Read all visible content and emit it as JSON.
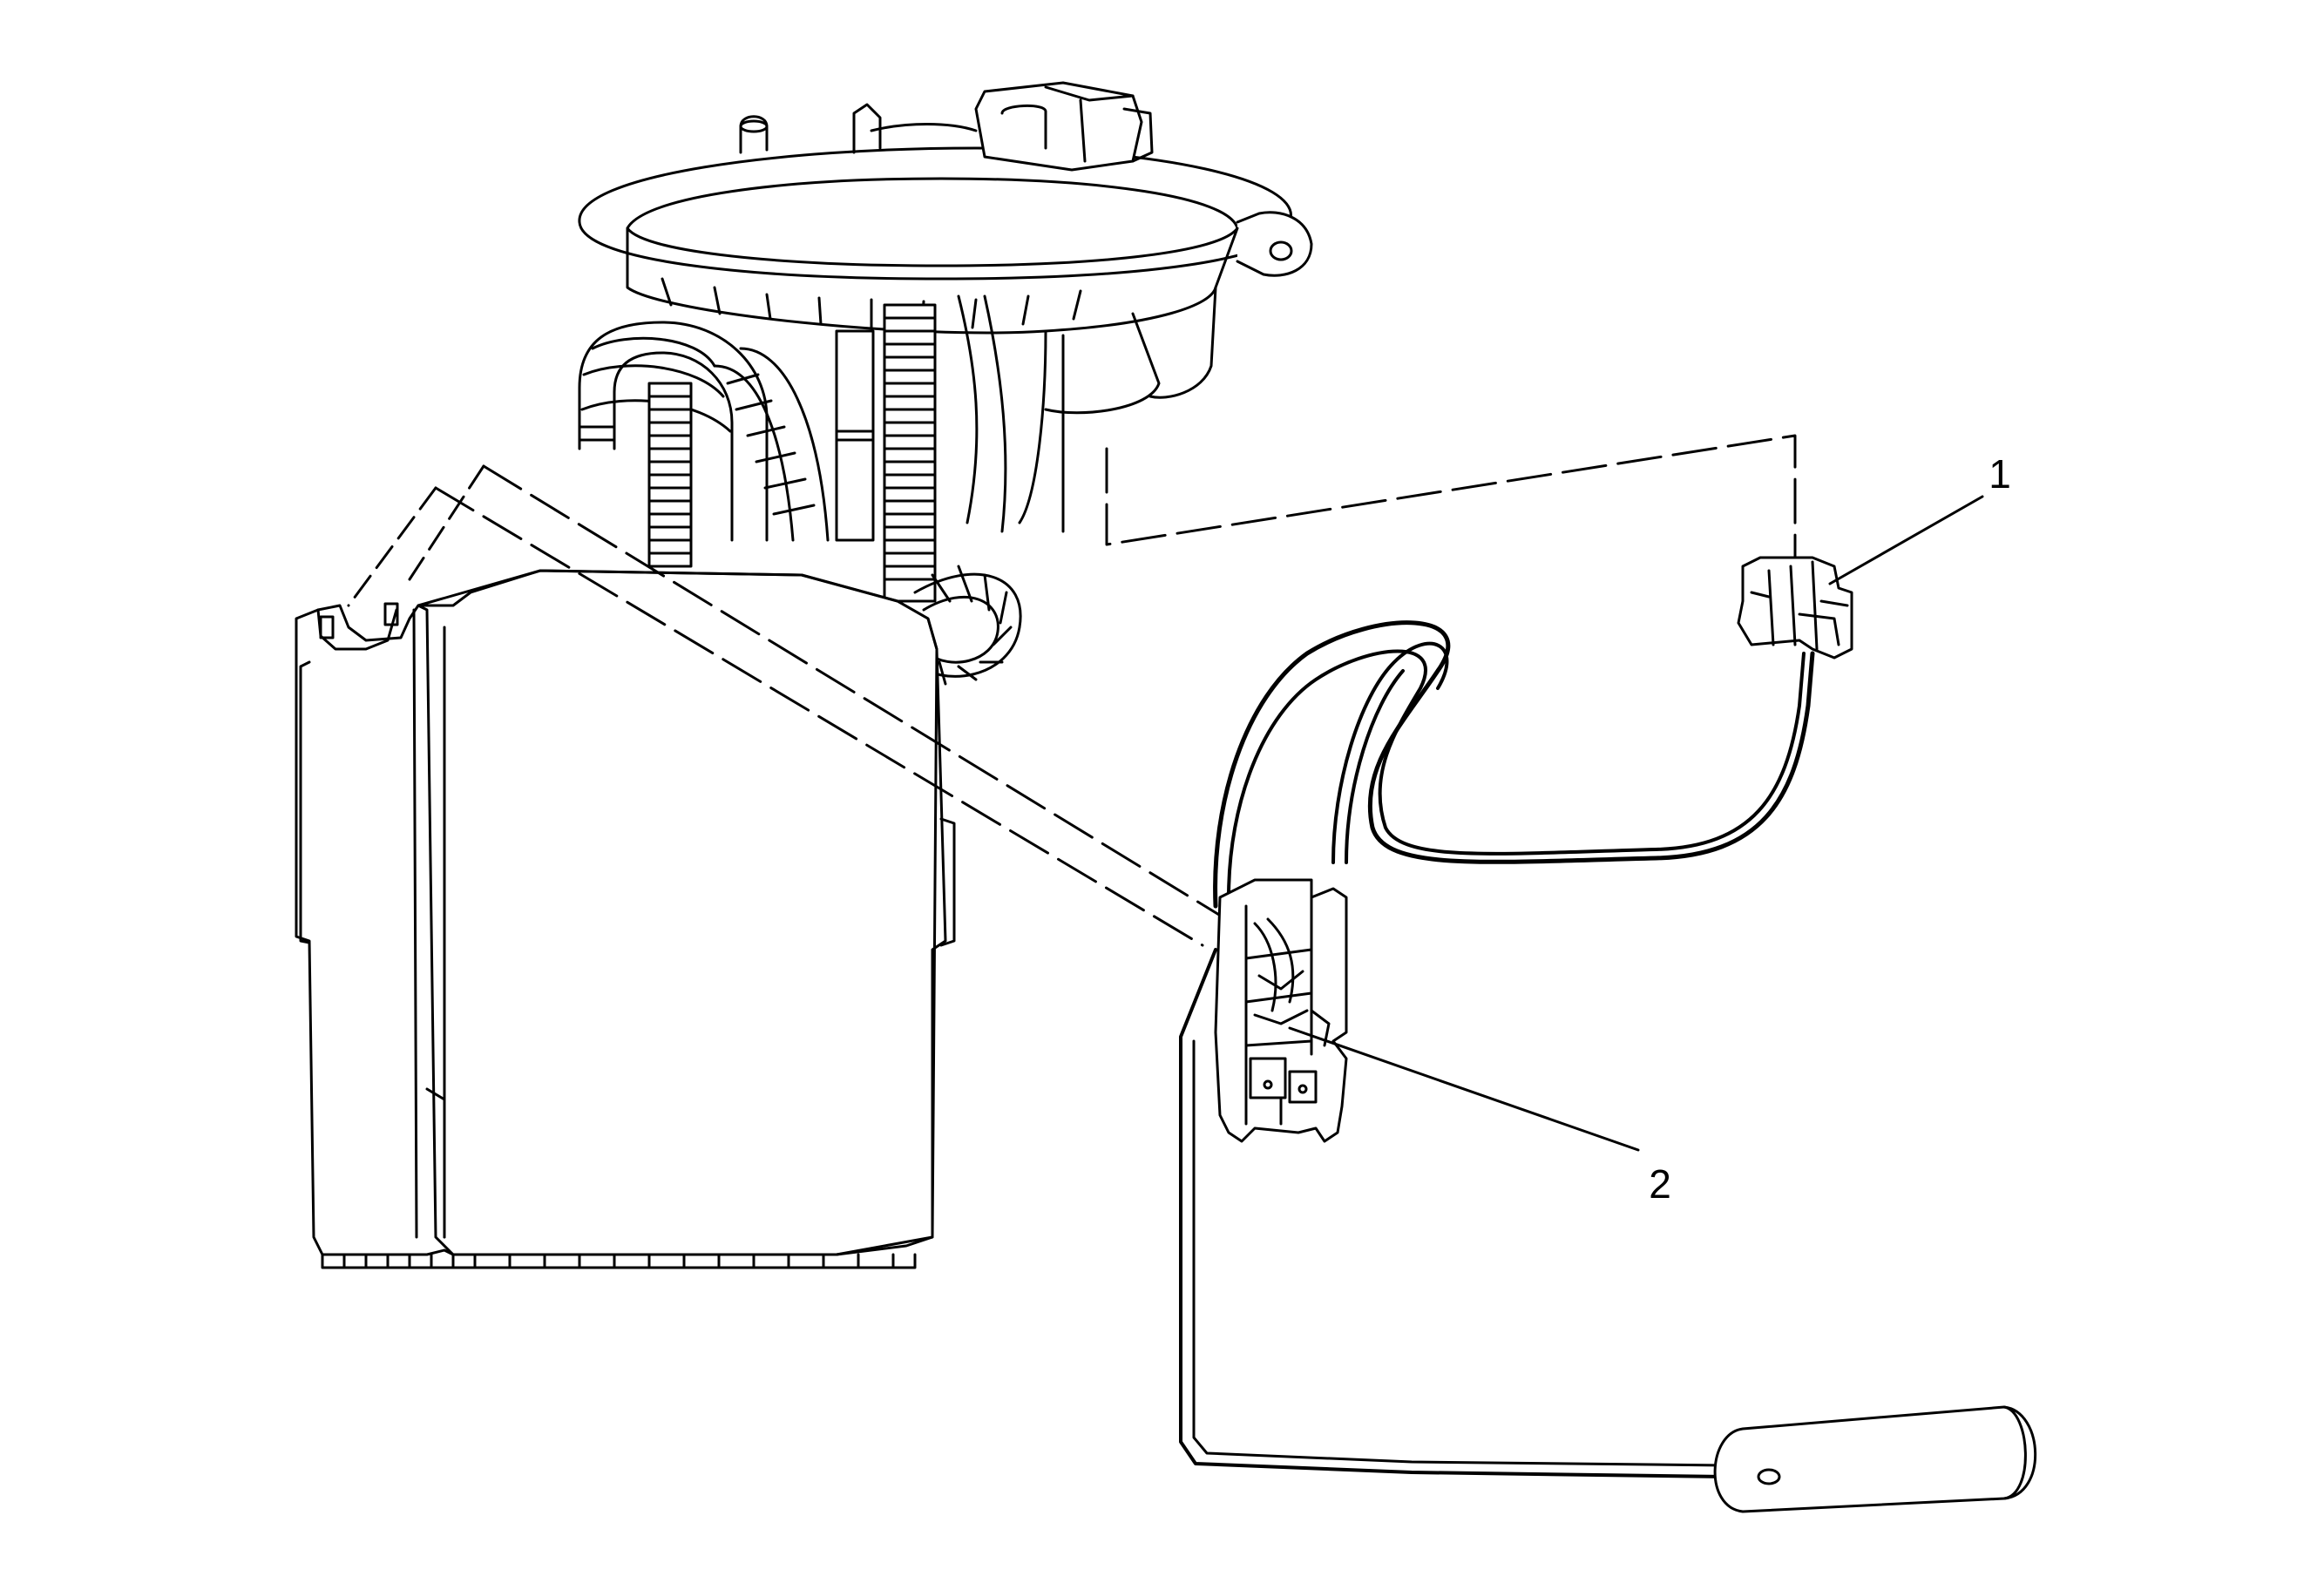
{
  "callouts": [
    {
      "id": "1",
      "label": "1"
    },
    {
      "id": "2",
      "label": "2"
    }
  ],
  "colors": {
    "line": "#000000",
    "background": "#ffffff",
    "shade": "#f2f2f2"
  }
}
